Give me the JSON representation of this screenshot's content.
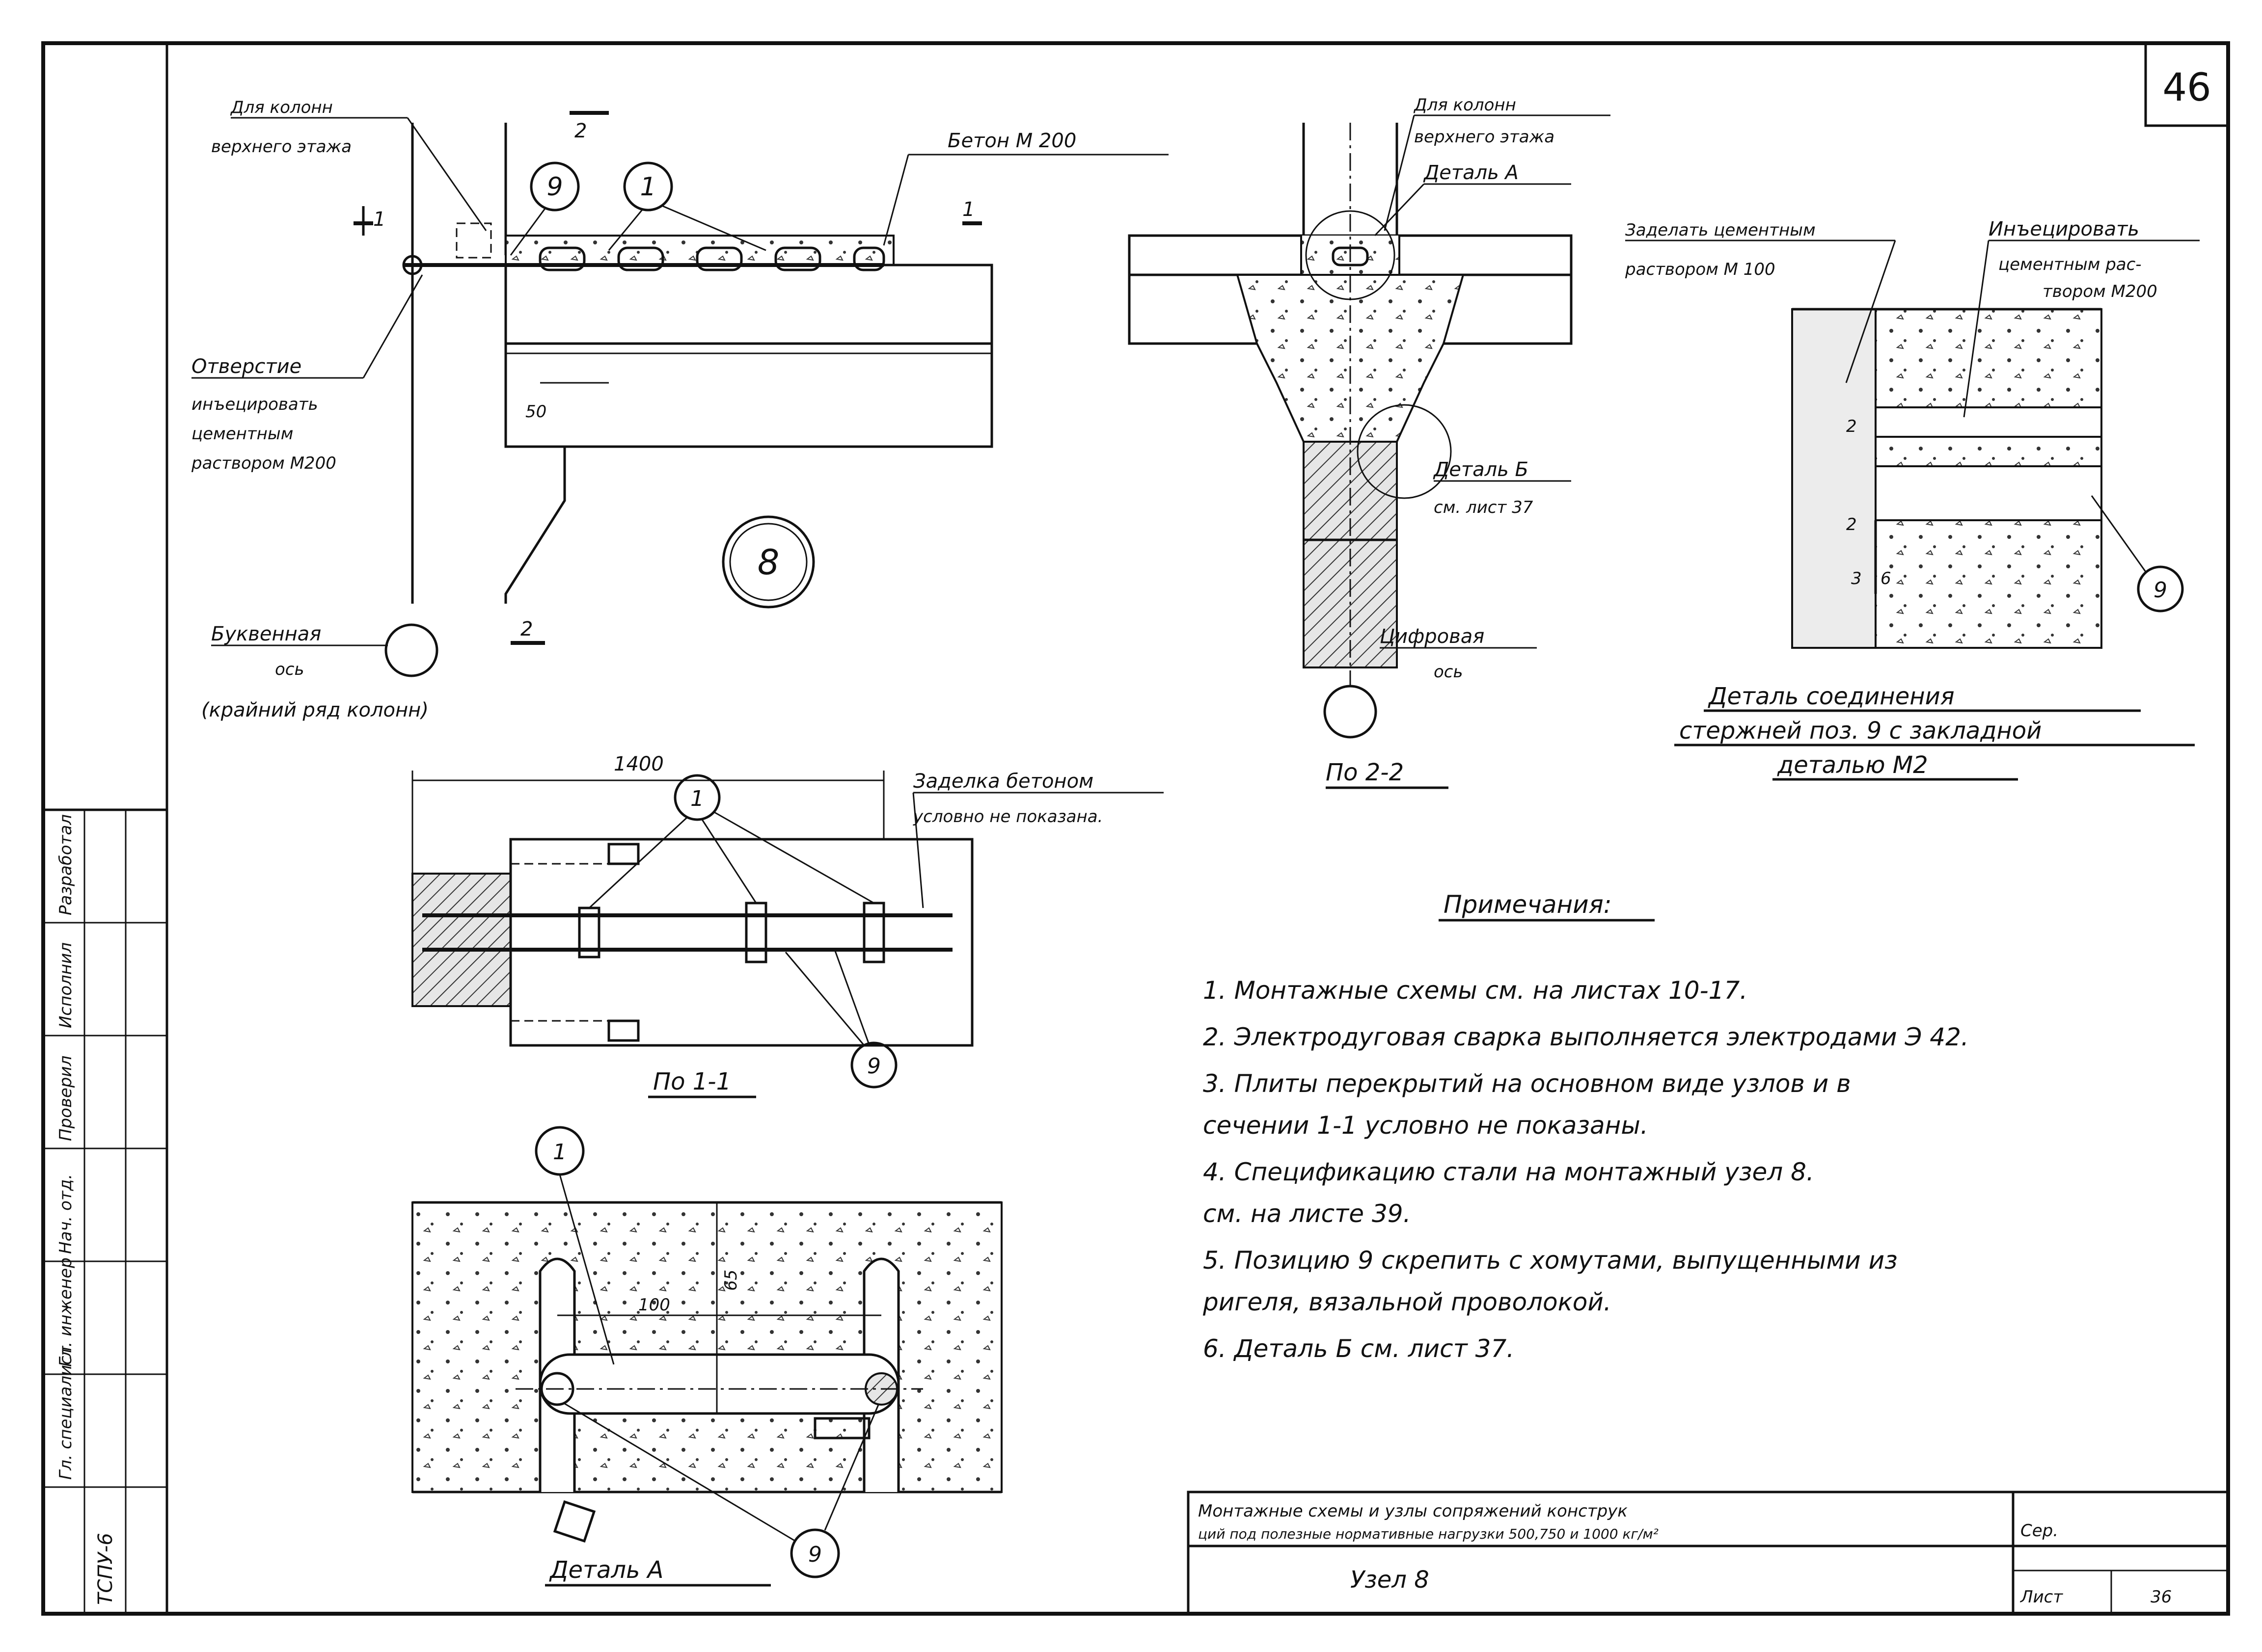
{
  "sheet": {
    "number": "46"
  },
  "elevation": {
    "upper_column_label": [
      "Для колонн",
      "верхнего этажа"
    ],
    "concrete_label": "Бетон   М 200",
    "hole_label": [
      "Отверстие",
      "инъецировать",
      "цементным",
      "раствором М200"
    ],
    "dim_50": "50",
    "axis_label": [
      "Буквенная",
      "ось"
    ],
    "row_label": "(крайний ряд колонн)",
    "section_mark_1": "1",
    "section_mark_2": "2",
    "node_number": "8",
    "pos_9": "9",
    "pos_1": "1"
  },
  "section_2_2": {
    "upper_column_label": [
      "Для колонн",
      "верхнего этажа"
    ],
    "detail_a_label": "Деталь А",
    "detail_b_label": [
      "Деталь Б",
      "см. лист 37"
    ],
    "axis_label": [
      "Цифровая",
      "ось"
    ],
    "caption": "По 2-2"
  },
  "joint_detail": {
    "left_label": [
      "Заделать цементным",
      "раствором  М 100"
    ],
    "right_label": [
      "Инъецировать",
      "цементным рас-",
      "твором  М200"
    ],
    "dims": [
      "2",
      "2",
      "3",
      "6"
    ],
    "pos_9": "9",
    "caption": [
      "Деталь соединения",
      "стержней поз. 9 с закладной",
      "деталью М2"
    ]
  },
  "section_1_1": {
    "dim_1400": "1400",
    "fill_label": [
      "Заделка бетоном",
      "условно не показана."
    ],
    "pos_1": "1",
    "pos_9": "9",
    "caption": "По 1-1"
  },
  "detail_a": {
    "dim_100": "100",
    "dim_65": "65",
    "pos_1": "1",
    "pos_9": "9",
    "caption": "Деталь А"
  },
  "notes": {
    "heading": "Примечания:",
    "items": [
      "1.  Монтажные схемы см. на листах 10-17.",
      "2.  Электродуговая сварка выполняется электродами Э 42.",
      "3.  Плиты перекрытий на основном виде узлов и  в",
      "     сечении 1-1 условно не показаны.",
      "4.  Спецификацию стали на монтажный узел 8.",
      "     см. на листе 39.",
      "5.  Позицию 9 скрепить с хомутами, выпущенными из",
      "     ригеля, вязальной проволокой.",
      "6.  Деталь Б   см. лист 37."
    ]
  },
  "title_block": {
    "title_line1": "Монтажные схемы и узлы сопряжений конструк",
    "title_line2": "ций под полезные нормативные нагрузки 500,750 и 1000 кг/м²",
    "node": "Узел  8",
    "ser_label": "Сер.",
    "list_label": "Лист",
    "list_value": "36"
  },
  "side_stamp": {
    "labels": [
      "Разработал",
      "Исполнил",
      "Проверил",
      "Нач. отд.",
      "Гл. инженер",
      "Гл. специалист"
    ],
    "code": "ТСПУ-6"
  }
}
